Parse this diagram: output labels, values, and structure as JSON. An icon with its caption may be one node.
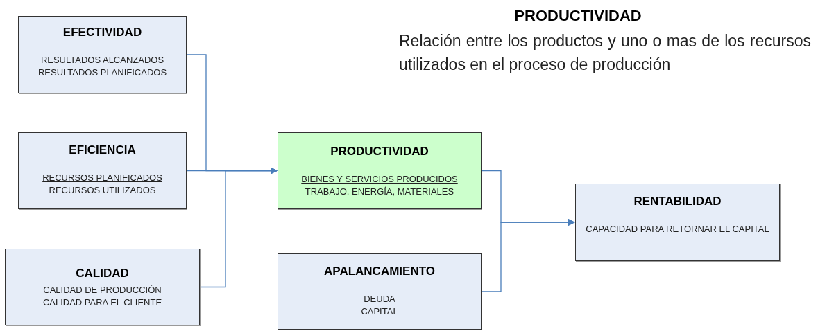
{
  "diagram": {
    "title": "PRODUCTIVIDAD",
    "nodes": [
      {
        "text": [
          "EFECTIVIDAD",
          "RESULTADOS ALCANZADOS",
          "RESULTADOS PLANIFICADOS"
        ]
      },
      {
        "text": [
          "EFICIENCIA",
          "RECURSOS PLANIFICADOS",
          "RECURSOS UTILIZADOS"
        ]
      },
      {
        "text": [
          "CALIDAD",
          "CALIDAD DE PRODUCCIÓN",
          "CALIDAD PARA EL CLIENTE"
        ]
      },
      {
        "text": [
          "PRODUCTIVIDAD",
          "BIENES Y SERVICIOS PRODUCIDOS",
          "TRABAJO, ENERGÍA, MATERIALES"
        ]
      },
      {
        "text": [
          "APALANCAMIENTO",
          "DEUDA",
          "CAPITAL"
        ]
      },
      {
        "text": [
          "RENTABILIDAD",
          "CAPACIDAD PARA RETORNAR EL CAPITAL"
        ]
      }
    ],
    "edges": [
      {
        "from": 0,
        "to": 3,
        "arrow": "to"
      },
      {
        "from": 1,
        "to": 3,
        "arrow": "to"
      },
      {
        "from": 2,
        "to": 3,
        "arrow": "to"
      },
      {
        "from": 3,
        "to": 5,
        "arrow": "to"
      },
      {
        "from": 4,
        "to": 5,
        "arrow": "to"
      }
    ],
    "labels": [
      "Relación entre los productos y uno o mas de los recursos utilizados en el proceso de producción"
    ]
  }
}
